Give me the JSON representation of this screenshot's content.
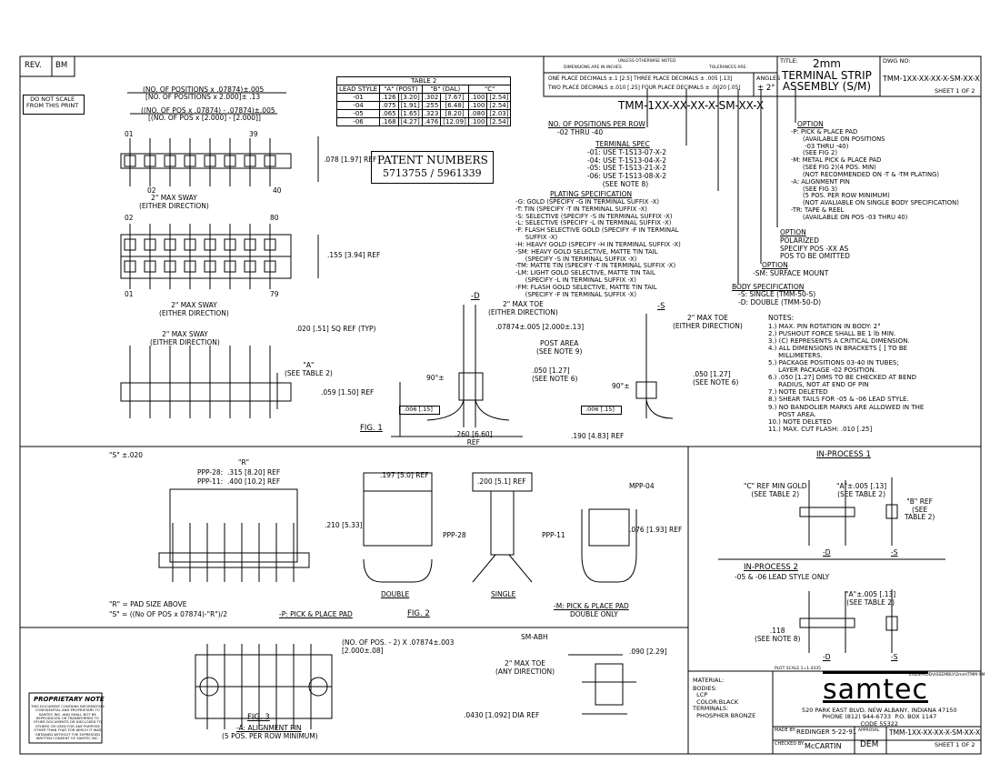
{
  "title_block": {
    "rev_label": "REV.",
    "rev_value": "BM",
    "do_not_scale": "DO NOT SCALE\nFROM THIS PRINT",
    "unless_noted": "UNLESS OTHERWISE NOTED",
    "dims_in_inches": "DIMENSIONS ARE IN INCHES",
    "tolerances_are": "TOLERANCES ARE:",
    "tol_line1": "ONE PLACE DECIMALS ±.1 [2.5] THREE PLACE DECIMALS ± .005 [.13]",
    "tol_line2": "TWO PLACE DECIMALS ±.010 [.25] FOUR PLACE DECIMALS ± .0020 [.05]",
    "angles_label": "ANGLES",
    "angles_value": "± 2°",
    "title_label": "TITLE:",
    "title_text": "2mm\nTERMINAL STRIP\nASSEMBLY (S/M)",
    "dwg_label": "DWG NO:",
    "dwg_no": "TMM-1XX-XX-XX-X-SM-XX-X",
    "sheet": "SHEET 1 OF 2",
    "material_label": "MATERIAL:",
    "material_text": "BODIES:\n  LCP\n  COLOR:BLACK\nTERMINALS:\n  PHOSPHER BRONZE",
    "plot_scale": "PLOT SCALE 1=1.4335",
    "file_path": "EXDSPROD\\ASSEMBLY\\2mm\\TMM-SM",
    "company_logo": "samtec",
    "address": "520 PARK EAST BLVD. NEW ALBANY, INDIANA 47150\nPHONE (812) 944-6733  P.O. BOX 1147\nCODE 55322",
    "made_by_label": "MADE BY:",
    "made_by": "REDINGER 5-22-91",
    "checked_label": "CHECKED BY:",
    "checked_by": "McCARTIN",
    "approval_label": "APPROVAL",
    "approval": "DEM",
    "dwg_no_bottom": "TMM-1XX-XX-XX-X-SM-XX-X",
    "sheet_bottom": "SHEET 1 OF 2"
  },
  "proprietary": {
    "heading": "PROPRIETARY NOTE",
    "body": "THIS DOCUMENT CONTAINS INFORMATION\nCONFIDENTIAL AND PROPRIETARY TO\nSAMTEC INC. AND SHALL NOT BE\nREPRODUCED OR TRANSFERRED TO\nOTHER DOCUMENTS OR DISCLOSED TO\nOTHERS OR USED FOR ANY PURPOSE\nOTHER THAN THAT FOR WHICH IT WAS\nOBTAINED WITHOUT THE EXPRESSED\nWRITTEN CONSENT OF SAMTEC INC."
  },
  "patents": {
    "heading": "PATENT NUMBERS",
    "numbers": "5713755 / 5961339"
  },
  "table2": {
    "title": "TABLE 2",
    "headers": [
      "LEAD STYLE",
      "\"A\" (POST)",
      "",
      "\"B\" (DAL)",
      "",
      "\"C\"",
      ""
    ],
    "rows": [
      [
        "-01",
        ".126",
        "[3.20]",
        ".302",
        "[7.67]",
        ".100",
        "[2.54]"
      ],
      [
        "-04",
        ".075",
        "[1.91]",
        ".255",
        "[6.48]",
        ".100",
        "[2.54]"
      ],
      [
        "-05",
        ".065",
        "[1.65]",
        ".323",
        "[8.20]",
        ".080",
        "[2.03]"
      ],
      [
        "-06",
        ".168",
        "[4.27]",
        ".476",
        "[12.09]",
        ".100",
        "[2.54]"
      ]
    ]
  },
  "part_code": {
    "code": "TMM-1XX-XX-XX-X-SM-XX-X",
    "positions_head": "NO. OF POSITIONS PER ROW",
    "positions_text": "-02 THRU -40",
    "terminal_head": "TERMINAL SPEC",
    "terminal_text": "-01: USE T-1S13-07-X-2\n-04: USE T-1S13-04-X-2\n-05: USE T-1S13-21-X-2\n-06: USE T-1S13-08-X-2\n       (SEE NOTE 8)",
    "plating_head": "PLATING SPECIFICATION",
    "plating_text": "-G: GOLD (SPECIFY -G IN TERMINAL SUFFIX -X)\n-T: TIN (SPECIFY -T IN TERMINAL SUFFIX -X)\n-S: SELECTIVE (SPECIFY -S IN TERMINAL SUFFIX -X)\n-L: SELECTIVE (SPECIFY -L IN TERMINAL SUFFIX -X)\n-F: FLASH SELECTIVE GOLD (SPECIFY -F IN TERMINAL\n     SUFFIX -X)\n-H: HEAVY GOLD (SPECIFY -H IN TERMINAL SUFFIX -X)\n-SM: HEAVY GOLD SELECTIVE, MATTE TIN TAIL\n     (SPECIFY -S IN TERMINAL SUFFIX -X)\n-TM: MATTE TIN (SPECIFY -T IN TERMINAL SUFFIX -X)\n-LM: LIGHT GOLD SELECTIVE, MATTE TIN TAIL\n     (SPECIFY -L IN TERMINAL SUFFIX -X)\n-FM: FLASH GOLD SELECTIVE, MATTE TIN TAIL\n     (SPECIFY -F IN TERMINAL SUFFIX -X)",
    "body_head": "BODY SPECIFICATION",
    "body_text": "-S: SINGLE (TMM-50-S)\n-D: DOUBLE (TMM-50-D)",
    "sm_head": "OPTION",
    "sm_text": "-SM: SURFACE MOUNT",
    "polar_head": "OPTION",
    "polar_text": "POLARIZED\nSPECIFY POS -XX AS\nPOS TO BE OMITTED",
    "option_head": "OPTION",
    "option_text": "-P: PICK & PLACE PAD\n      (AVAILABLE ON POSITIONS\n       -03 THRU -40)\n      (SEE FIG 2)\n-M: METAL PICK & PLACE PAD\n      (SEE FIG 2)(4 POS. MIN)\n      (NOT RECOMMENDED ON -T & -TM PLATING)\n-A: ALIGNMENT PIN\n      (SEE FIG 3)\n      (5 POS. PER ROW MINIMUM)\n      (NOT AVALIABLE ON SINGLE BODY SPECIFICATION)\n-TR: TAPE & REEL\n      (AVAILABLE ON POS -03 THRU 40)"
  },
  "notes": {
    "heading": "NOTES:",
    "items": "1.) MAX. PIN ROTATION IN BODY: 2°\n2.) PUSHOUT FORCE SHALL BE 1 lb MIN.\n3.) (C) REPRESENTS A CRITICAL DIMENSION.\n4.) ALL DIMENSIONS IN BRACKETS [ ] TO BE\n     MILLIMETERS.\n5.) PACKAGE POSITIONS 03-40 IN TUBES;\n     LAYER PACKAGE -02 POSITION.\n6.) .050 [1.27] DIMS TO BE CHECKED AT BEND\n     RADIUS, NOT AT END OF PIN\n7.) NOTE DELETED\n8.) SHEAR TAILS FOR -05 & -06 LEAD STYLE.\n9.) NO BANDOLIER MARKS ARE ALLOWED IN THE\n     POST AREA.\n10.) NOTE DELETED\n11.) MAX. CUT FLASH: .010 [.25]"
  },
  "fig1": {
    "label": "FIG. 1",
    "dim_top1": "(NO. OF POSITIONS x .07874)±.005",
    "dim_top2": "[NO. OF POSITIONS x 2.000]± .13",
    "dim_mid1": "((NO. OF POS x .07874) - .07874)±.005",
    "dim_mid2": "[(NO. OF POS x [2.000] - [2.000]]",
    "ref_078": ".078 [1.97] REF",
    "ref_155": ".155 [3.94] REF",
    "sway1": "2\" MAX SWAY\n(EITHER DIRECTION)",
    "sway2": "2\" MAX SWAY\n(EITHER DIRECTION)",
    "sway3": "2\" MAX SWAY\n(EITHER DIRECTION)",
    "sq_ref": ".020 [.51] SQ REF (TYP)",
    "see_t2": "\"A\"\n(SEE TABLE 2)",
    "ref_059": ".059 [1.50] REF",
    "pin01": "01",
    "pin39": "39",
    "pin02": "02",
    "pin40": "40",
    "pin80": "80",
    "pin79": "79",
    "pin01b": "01",
    "d_label": "-D",
    "s_label": "-S",
    "toe1": "2\" MAX TOE\n(EITHER DIRECTION)",
    "toe2": "2\" MAX TOE\n(EITHER DIRECTION)",
    "pitch": ".07874±.005 [2.000±.13]",
    "post_area": "POST AREA\n(SEE NOTE 9)",
    "d050": ".050 [1.27]\n(SEE NOTE 6)",
    "s050": ".050 [1.27]\n(SEE NOTE 6)",
    "flat1": ".006 [.15]",
    "flat2": ".006 [.15]",
    "ref260": ".260 [6.60]\nREF",
    "ref190": ".190 [4.83] REF",
    "angle1": "90°±",
    "angle2": "90°±"
  },
  "fig2": {
    "label": "FIG. 2",
    "s_tol": "\"S\" ±.020",
    "r_label": "\"R\"",
    "ppp28": "PPP-28:  .315 [8.20] REF",
    "ppp11": "PPP-11:  .400 [10.2] REF",
    "ref210": ".210 [5.33]",
    "ref197": ".197 [5.0] REF",
    "ref200": ".200 [5.1] REF",
    "ref076": ".076 [1.93] REF",
    "ppp28b": "PPP-28",
    "ppp11b": "PPP-11",
    "mpp04": "MPP-04",
    "r_def": "\"R\" = PAD SIZE ABOVE",
    "s_def": "\"S\" = ((No OF POS x 07874)-\"R\")/2",
    "p_caption": "-P: PICK & PLACE PAD",
    "double": "DOUBLE",
    "single": "SINGLE",
    "m_caption": "-M: PICK & PLACE PAD",
    "m_sub": "DOUBLE ONLY"
  },
  "fig3": {
    "label": "FIG. 3",
    "caption": "-A: ALIGNMENT PIN",
    "sub": "(5 POS. PER ROW MINIMUM)",
    "dim": "(NO. OF POS. - 2) X .07874±.003\n[2.000±.08]",
    "sm_abh": "SM-ABH",
    "ref090": ".090 [2.29]",
    "toe": "2\" MAX TOE\n(ANY DIRECTION)",
    "dia": ".0430 [1.092] DIA REF"
  },
  "inprocess": {
    "ip1": "IN-PROCESS 1",
    "c_ref": "\"C\" REF MIN GOLD\n(SEE TABLE 2)",
    "a_ref": "\"A\"±.005 [.13]\n(SEE TABLE 2)",
    "b_ref": "\"B\" REF\n(SEE\nTABLE 2)",
    "d1": "-D",
    "s1": "-S",
    "ip2": "IN-PROCESS 2",
    "ip2_sub": "-05 & -06 LEAD STYLE ONLY",
    "a_ref2": "\"A\"±.005 [.13]\n(SEE TABLE 2)",
    "ref118": ".118\n(SEE NOTE 8)",
    "d2": "-D",
    "s2": "-S"
  }
}
